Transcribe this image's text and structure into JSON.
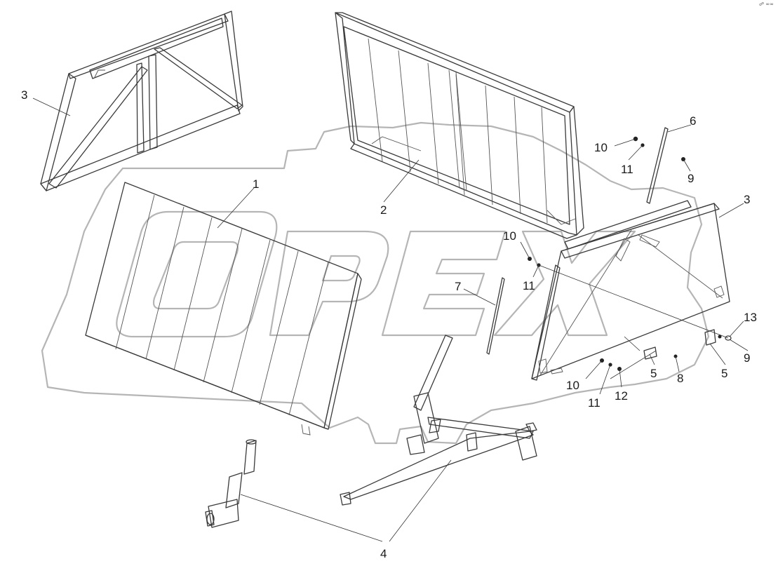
{
  "diagram": {
    "callouts": [
      {
        "id": "c1",
        "label": "1"
      },
      {
        "id": "c2",
        "label": "2"
      },
      {
        "id": "c3a",
        "label": "3"
      },
      {
        "id": "c3b",
        "label": "3"
      },
      {
        "id": "c4",
        "label": "4"
      },
      {
        "id": "c5a",
        "label": "5"
      },
      {
        "id": "c5b",
        "label": "5"
      },
      {
        "id": "c6",
        "label": "6"
      },
      {
        "id": "c7",
        "label": "7"
      },
      {
        "id": "c8",
        "label": "8"
      },
      {
        "id": "c9a",
        "label": "9"
      },
      {
        "id": "c9b",
        "label": "9"
      },
      {
        "id": "c10a",
        "label": "10"
      },
      {
        "id": "c10b",
        "label": "10"
      },
      {
        "id": "c10c",
        "label": "10"
      },
      {
        "id": "c11a",
        "label": "11"
      },
      {
        "id": "c11b",
        "label": "11"
      },
      {
        "id": "c11c",
        "label": "11"
      },
      {
        "id": "c12",
        "label": "12"
      },
      {
        "id": "c13",
        "label": "13"
      }
    ],
    "watermark": "OPEX",
    "corner_mark": "☍ ∞∞"
  }
}
